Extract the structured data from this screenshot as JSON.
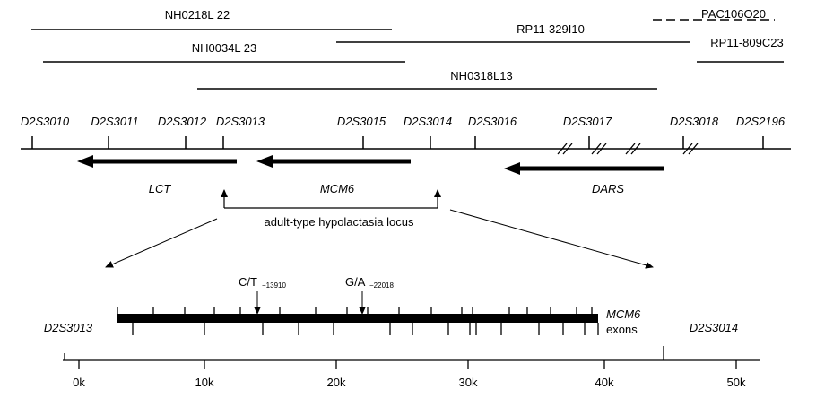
{
  "clones": [
    {
      "name": "NH0218L 22",
      "dashed": false
    },
    {
      "name": "RP11-329I10",
      "dashed": false
    },
    {
      "name": "PAC106O20",
      "dashed": true
    },
    {
      "name": "NH0034L 23",
      "dashed": false
    },
    {
      "name": "RP11-809C23",
      "dashed": false
    },
    {
      "name": "NH0318L13",
      "dashed": false
    }
  ],
  "markers": [
    "D2S3010",
    "D2S3011",
    "D2S3012",
    "D2S3013",
    "D2S3015",
    "D2S3014",
    "D2S3016",
    "D2S3017",
    "D2S3018",
    "D2S2196"
  ],
  "genes": [
    {
      "name": "LCT",
      "direction": "left"
    },
    {
      "name": "MCM6",
      "direction": "left"
    },
    {
      "name": "DARS",
      "direction": "left"
    }
  ],
  "locus_label": "adult-type hypolactasia locus",
  "detail": {
    "left_marker": "D2S3013",
    "right_marker": "D2S3014",
    "exons_gene": "MCM6",
    "exons_word": "exons",
    "variants": [
      {
        "base": "C/T",
        "position": "−13910"
      },
      {
        "base": "G/A",
        "position": "−22018"
      }
    ]
  },
  "scale": {
    "unit": "k",
    "ticks": [
      "0k",
      "10k",
      "20k",
      "30k",
      "40k",
      "50k"
    ]
  }
}
